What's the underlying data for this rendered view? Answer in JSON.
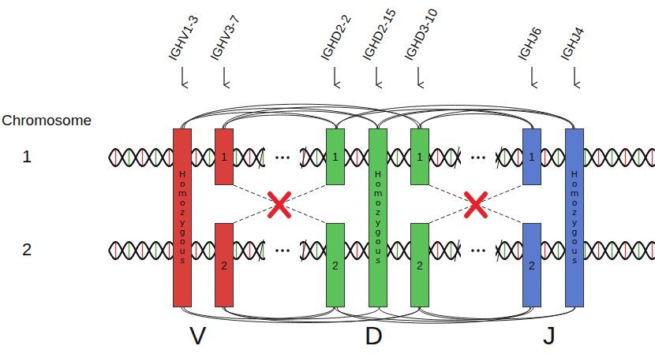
{
  "diagram": {
    "nodes": [
      {
        "text": [
          "Homozygous"
        ]
      },
      {
        "text": [
          "1"
        ]
      },
      {
        "text": [
          "2"
        ]
      },
      {
        "text": [
          "1"
        ]
      },
      {
        "text": [
          "2"
        ]
      },
      {
        "text": [
          "Homozygous"
        ]
      },
      {
        "text": [
          "1"
        ]
      },
      {
        "text": [
          "2"
        ]
      },
      {
        "text": [
          "1"
        ]
      },
      {
        "text": [
          "2"
        ]
      },
      {
        "text": [
          "Homozygous"
        ]
      }
    ],
    "edges": [
      {
        "from": 0,
        "to": 3,
        "arrow": "none"
      },
      {
        "from": 0,
        "to": 5,
        "arrow": "none"
      },
      {
        "from": 0,
        "to": 6,
        "arrow": "none"
      },
      {
        "from": 1,
        "to": 3,
        "arrow": "none"
      },
      {
        "from": 1,
        "to": 5,
        "arrow": "none"
      },
      {
        "from": 1,
        "to": 6,
        "arrow": "none"
      },
      {
        "from": 3,
        "to": 8,
        "arrow": "none"
      },
      {
        "from": 3,
        "to": 10,
        "arrow": "none"
      },
      {
        "from": 5,
        "to": 8,
        "arrow": "none"
      },
      {
        "from": 5,
        "to": 10,
        "arrow": "none"
      },
      {
        "from": 6,
        "to": 8,
        "arrow": "none"
      },
      {
        "from": 6,
        "to": 10,
        "arrow": "none"
      },
      {
        "from": 0,
        "to": 4,
        "arrow": "none"
      },
      {
        "from": 0,
        "to": 7,
        "arrow": "none"
      },
      {
        "from": 2,
        "to": 4,
        "arrow": "none"
      },
      {
        "from": 2,
        "to": 5,
        "arrow": "none"
      },
      {
        "from": 2,
        "to": 7,
        "arrow": "none"
      },
      {
        "from": 4,
        "to": 9,
        "arrow": "none"
      },
      {
        "from": 4,
        "to": 10,
        "arrow": "none"
      },
      {
        "from": 5,
        "to": 9,
        "arrow": "none"
      },
      {
        "from": 7,
        "to": 9,
        "arrow": "none"
      },
      {
        "from": 7,
        "to": 10,
        "arrow": "none"
      },
      {
        "from": 1,
        "to": 4,
        "arrow": "none"
      },
      {
        "from": 2,
        "to": 3,
        "arrow": "none"
      },
      {
        "from": 6,
        "to": 9,
        "arrow": "none"
      },
      {
        "from": 7,
        "to": 8,
        "arrow": "none"
      }
    ],
    "labels": [
      "IGHV1-3",
      "IGHV3-7",
      "IGHD2-2",
      "IGHD2-15",
      "IGHD3-10",
      "IGHJ6",
      "IGHJ4",
      "Chromosome",
      "1",
      "2",
      "V",
      "D",
      "J"
    ]
  }
}
